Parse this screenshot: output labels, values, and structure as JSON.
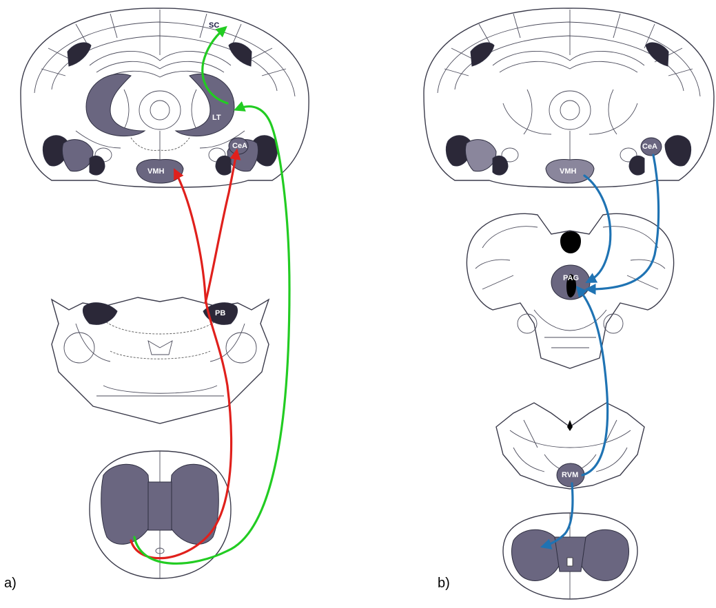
{
  "colors": {
    "region": "#6a6680",
    "region_dark": "#2b2838",
    "pathway_red": "#e0201c",
    "pathway_green": "#22cc22",
    "pathway_blue": "#1f73b3"
  },
  "panels": {
    "a": {
      "label": "a)",
      "regions": {
        "sc": "SC",
        "lt": "LT",
        "cea": "CeA",
        "vmh": "VMH",
        "pb": "PB"
      }
    },
    "b": {
      "label": "b)",
      "regions": {
        "vmh": "VMH",
        "cea": "CeA",
        "pag": "PAG",
        "rvm": "RVM"
      }
    }
  },
  "pathway_colors": {
    "ascending_spinoparabrachial": "red",
    "ascending_green": "green",
    "descending_modulation": "blue"
  }
}
